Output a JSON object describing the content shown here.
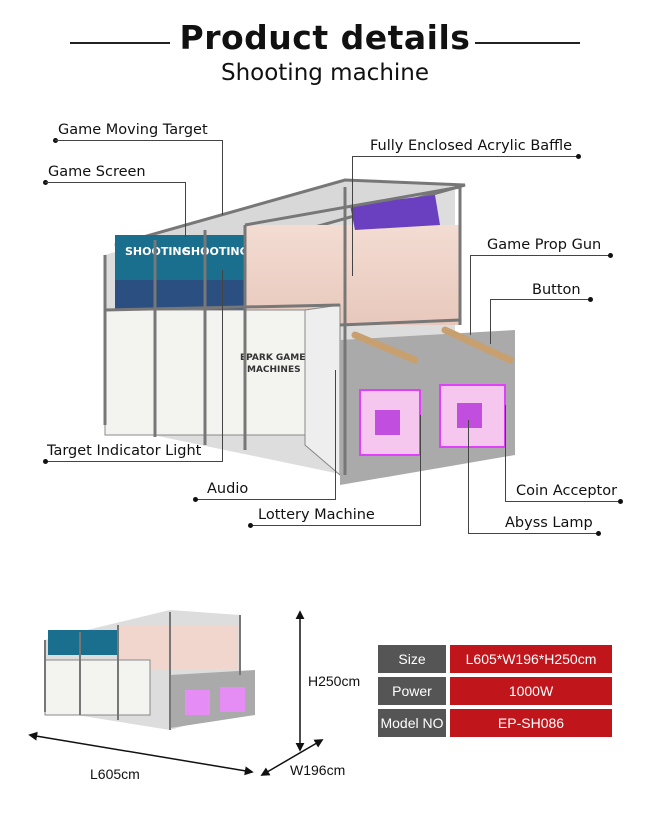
{
  "header": {
    "title": "Product details",
    "subtitle": "Shooting machine"
  },
  "callouts": {
    "game_moving_target": "Game Moving Target",
    "game_screen": "Game Screen",
    "acrylic_baffle": "Fully Enclosed Acrylic Baffle",
    "prop_gun": "Game Prop Gun",
    "button": "Button",
    "indicator_light": "Target Indicator Light",
    "audio": "Audio",
    "coin_acceptor": "Coin Acceptor",
    "lottery_machine": "Lottery Machine",
    "abyss_lamp": "Abyss Lamp"
  },
  "machine_lettering": {
    "logo_line1": "EPARK GAME",
    "logo_line2": "MACHINES",
    "screen_text": "SHOOTING"
  },
  "dimensions": {
    "height": "H250cm",
    "length": "L605cm",
    "width": "W196cm"
  },
  "specs": [
    {
      "label": "Size",
      "value": "L605*W196*H250cm"
    },
    {
      "label": "Power",
      "value": "1000W"
    },
    {
      "label": "Model NO",
      "value": "EP-SH086"
    }
  ],
  "colors": {
    "spec_label_bg": "#555555",
    "spec_value_bg": "#c0151b",
    "neon": "#e040fb"
  }
}
